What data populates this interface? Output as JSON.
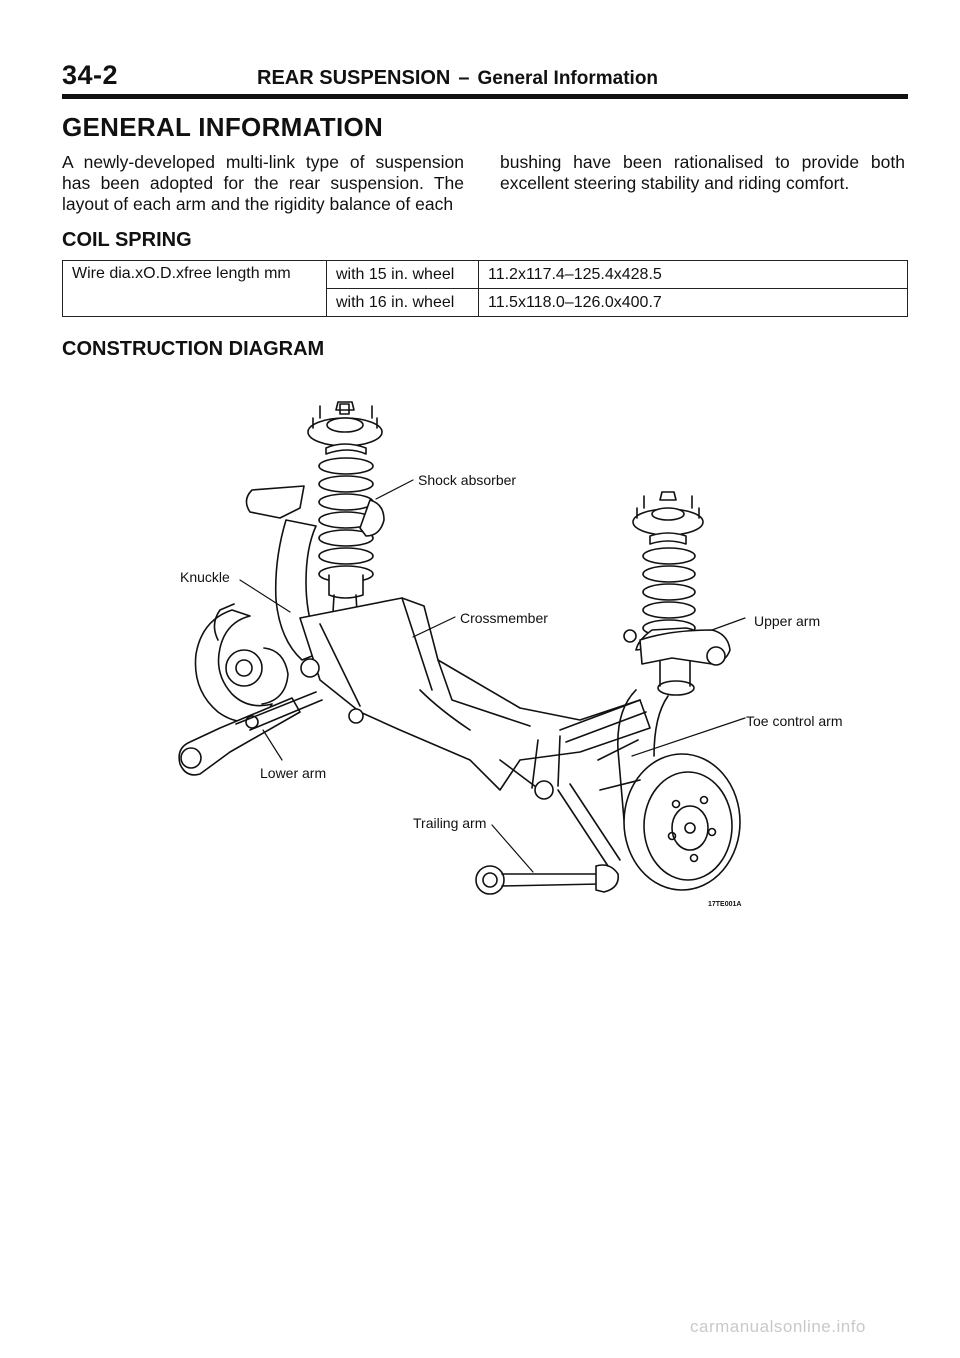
{
  "header": {
    "page_number": "34-2",
    "section": "REAR SUSPENSION",
    "separator": "–",
    "subsection": "General Information"
  },
  "general_info": {
    "heading": "GENERAL INFORMATION",
    "paragraph_left": "A newly-developed multi-link type of suspension has been adopted for the rear suspension. The layout of each arm and the rigidity balance of each",
    "paragraph_right": "bushing have been rationalised to provide both excellent steering stability and riding comfort."
  },
  "coil_spring": {
    "heading": "COIL SPRING",
    "table": {
      "label": "Wire dia.xO.D.xfree length mm",
      "rows": [
        {
          "condition": "with 15 in. wheel",
          "value": "11.2x117.4–125.4x428.5"
        },
        {
          "condition": "with 16 in. wheel",
          "value": "11.5x118.0–126.0x400.7"
        }
      ]
    }
  },
  "construction_diagram": {
    "heading": "CONSTRUCTION DIAGRAM",
    "labels": {
      "shock_absorber": "Shock absorber",
      "knuckle": "Knuckle",
      "crossmember": "Crossmember",
      "upper_arm": "Upper arm",
      "toe_control_arm": "Toe control arm",
      "lower_arm": "Lower arm",
      "trailing_arm": "Trailing arm"
    },
    "figure_code": "17TE001A"
  },
  "footer": {
    "watermark": "carmanualsonline.info"
  }
}
